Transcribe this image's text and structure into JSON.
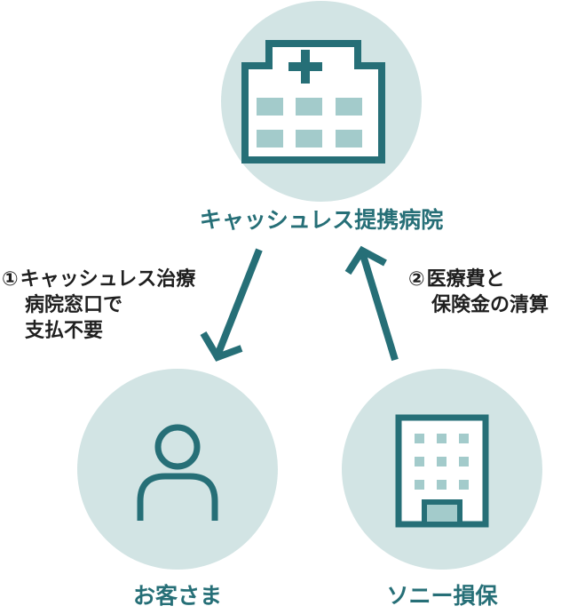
{
  "nodes": {
    "hospital": {
      "label": "キャッシュレス提携病院",
      "icon": "hospital-icon"
    },
    "customer": {
      "label": "お客さま",
      "icon": "person-icon"
    },
    "insurer": {
      "label": "ソニー損保",
      "icon": "office-building-icon"
    }
  },
  "steps": {
    "step1": {
      "number": "①",
      "lines": [
        "キャッシュレス治療",
        "病院窓口で",
        "支払不要"
      ]
    },
    "step2": {
      "number": "②",
      "lines": [
        "医療費と",
        "保険金の清算"
      ]
    }
  },
  "colors": {
    "circle_fill": "#d2e4e4",
    "teal_dark": "#266f77",
    "teal_light": "#a3cbcb",
    "text_dark": "#1f1f1f"
  }
}
